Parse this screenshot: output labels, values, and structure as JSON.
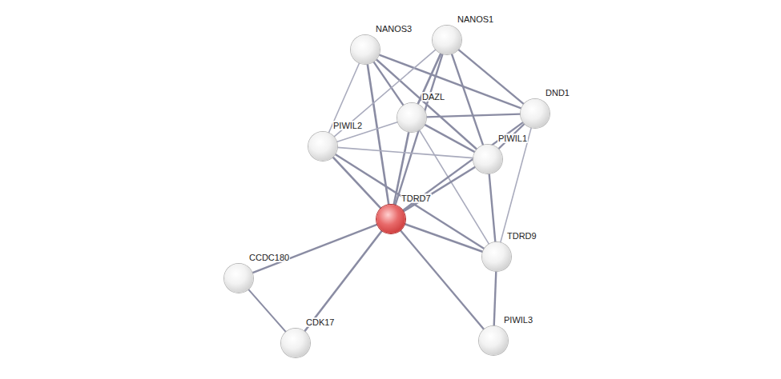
{
  "diagram": {
    "nodes": [
      {
        "text": [
          "NANOS1"
        ]
      },
      {
        "text": [
          "NANOS3"
        ]
      },
      {
        "text": [
          "DND1"
        ]
      },
      {
        "text": [
          "DAZL"
        ]
      },
      {
        "text": [
          "PIWIL2"
        ]
      },
      {
        "text": [
          "PIWIL1"
        ]
      },
      {
        "text": [
          "TDRD7"
        ]
      },
      {
        "text": [
          "TDRD9"
        ]
      },
      {
        "text": [
          "CCDC180"
        ]
      },
      {
        "text": [
          "PIWIL3"
        ]
      },
      {
        "text": [
          "CDK17"
        ]
      }
    ],
    "edges": [
      {
        "from": 1,
        "to": 4,
        "arrow": "none"
      },
      {
        "from": 1,
        "to": 6,
        "arrow": "none"
      },
      {
        "from": 1,
        "to": 3,
        "arrow": "none"
      },
      {
        "from": 1,
        "to": 5,
        "arrow": "none"
      },
      {
        "from": 1,
        "to": 2,
        "arrow": "none"
      },
      {
        "from": 0,
        "to": 4,
        "arrow": "none"
      },
      {
        "from": 0,
        "to": 3,
        "arrow": "none"
      },
      {
        "from": 0,
        "to": 6,
        "arrow": "none"
      },
      {
        "from": 0,
        "to": 5,
        "arrow": "none"
      },
      {
        "from": 0,
        "to": 2,
        "arrow": "none"
      },
      {
        "from": 3,
        "to": 2,
        "arrow": "none"
      },
      {
        "from": 3,
        "to": 5,
        "arrow": "none"
      },
      {
        "from": 3,
        "to": 4,
        "arrow": "none"
      },
      {
        "from": 3,
        "to": 6,
        "arrow": "none"
      },
      {
        "from": 3,
        "to": 7,
        "arrow": "none"
      },
      {
        "from": 2,
        "to": 5,
        "arrow": "none"
      },
      {
        "from": 2,
        "to": 7,
        "arrow": "none"
      },
      {
        "from": 2,
        "to": 6,
        "arrow": "none"
      },
      {
        "from": 4,
        "to": 5,
        "arrow": "none"
      },
      {
        "from": 4,
        "to": 6,
        "arrow": "none"
      },
      {
        "from": 4,
        "to": 7,
        "arrow": "none"
      },
      {
        "from": 5,
        "to": 6,
        "arrow": "none"
      },
      {
        "from": 5,
        "to": 7,
        "arrow": "none"
      },
      {
        "from": 6,
        "to": 7,
        "arrow": "none"
      },
      {
        "from": 6,
        "to": 8,
        "arrow": "none"
      },
      {
        "from": 6,
        "to": 10,
        "arrow": "none"
      },
      {
        "from": 6,
        "to": 9,
        "arrow": "none"
      },
      {
        "from": 8,
        "to": 10,
        "arrow": "none"
      },
      {
        "from": 7,
        "to": 9,
        "arrow": "none"
      }
    ]
  }
}
